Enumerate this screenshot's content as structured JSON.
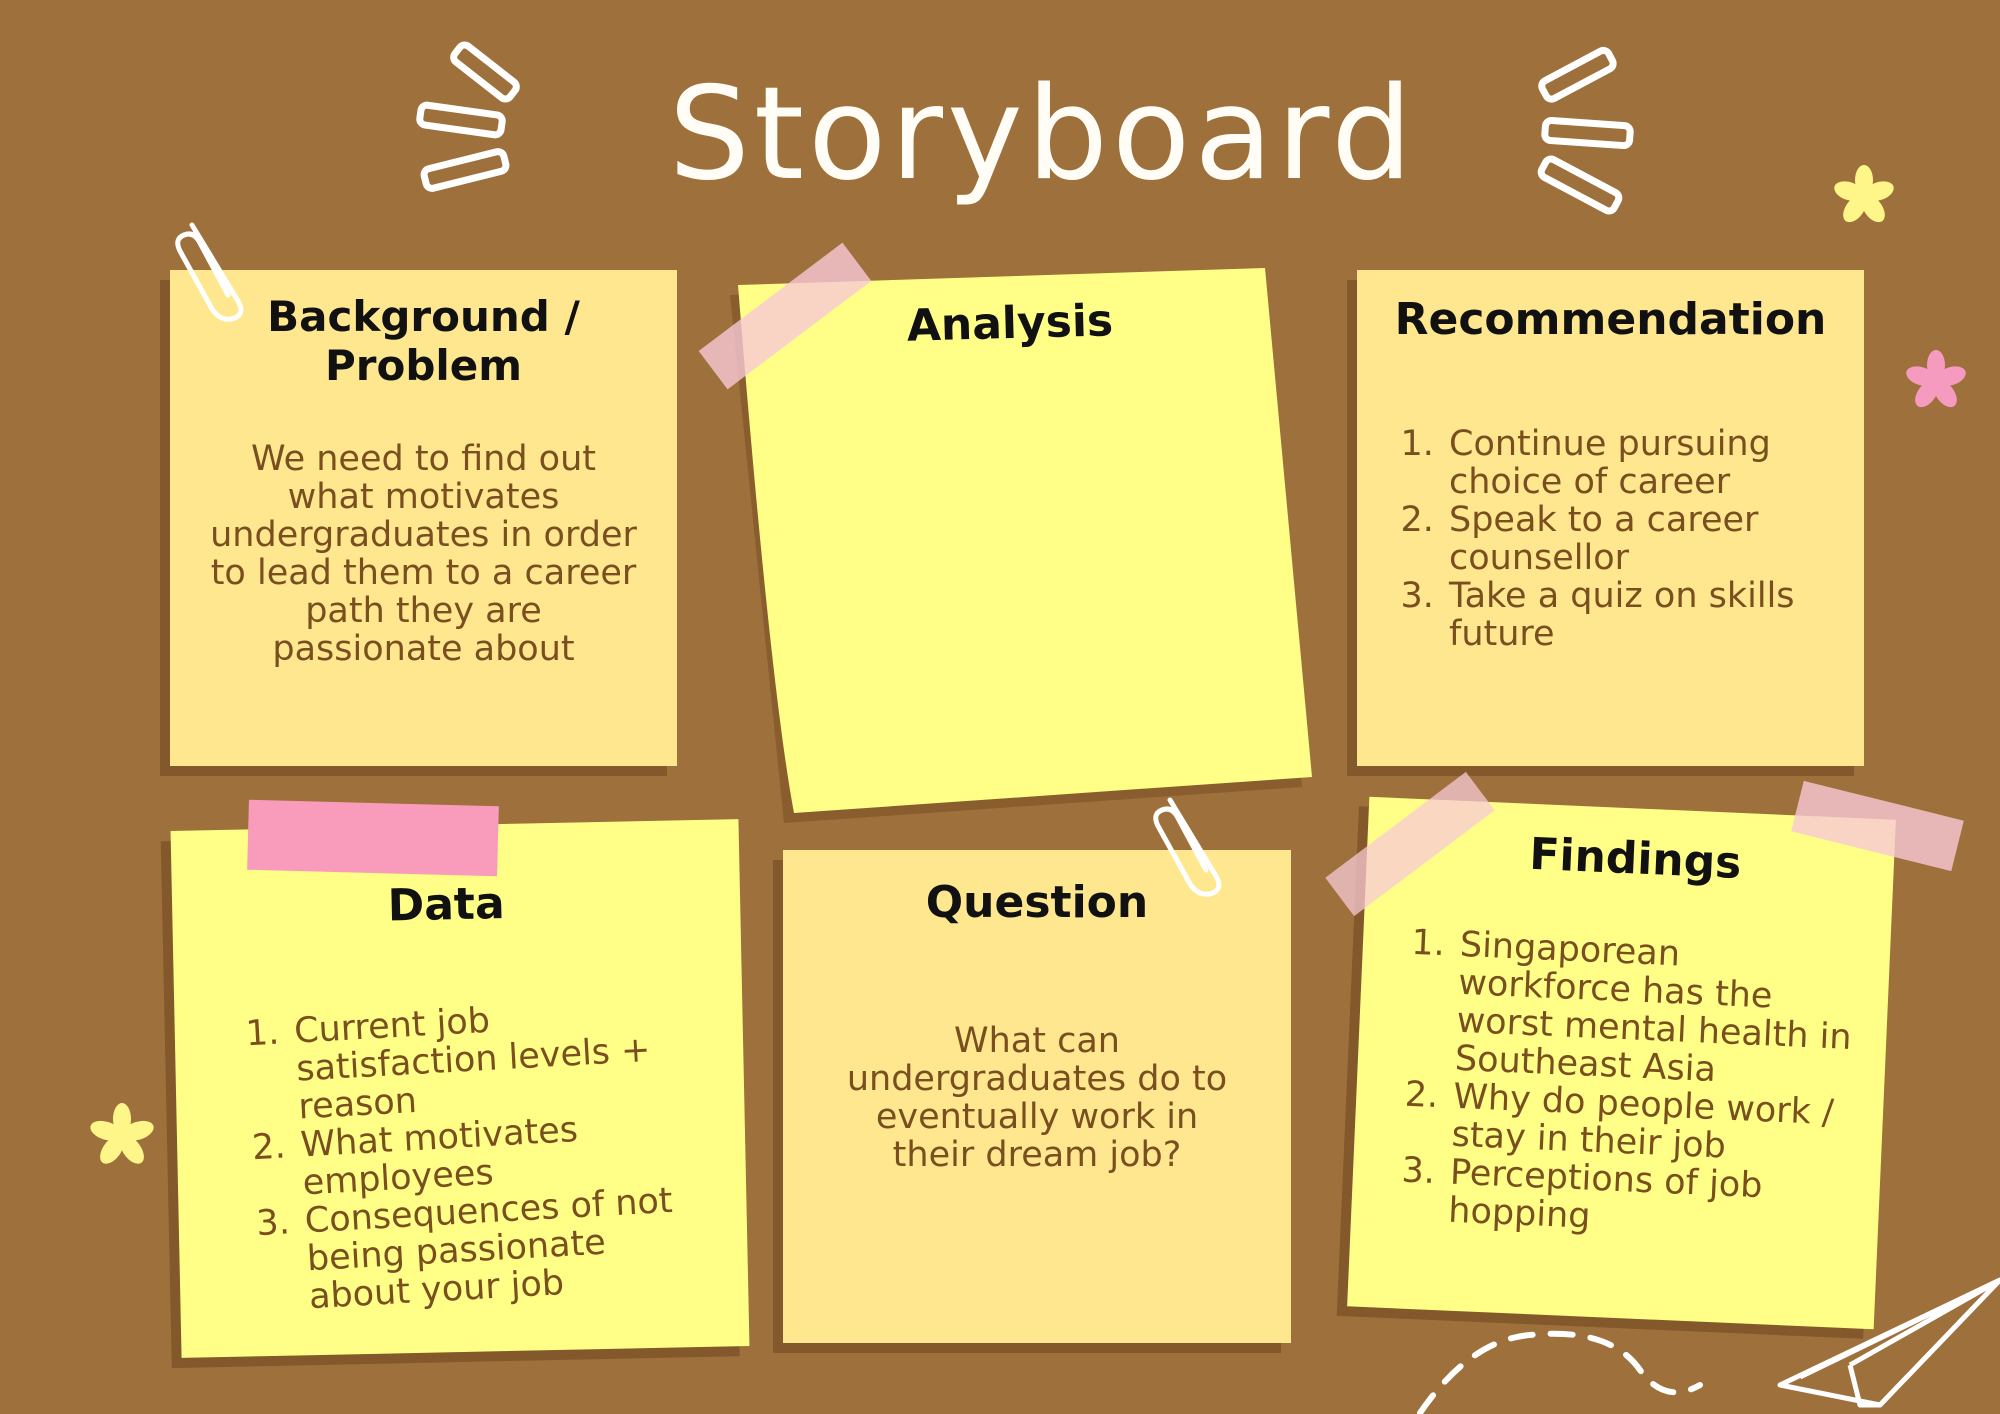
{
  "title": "Storyboard",
  "notes": {
    "background": {
      "heading": "Background / Problem",
      "text": "We need to find out what motivates undergraduates in order to lead them to a career path they are passionate about"
    },
    "analysis": {
      "heading": "Analysis"
    },
    "recommendation": {
      "heading": "Recommendation",
      "items": [
        "Continue pursuing choice of career",
        "Speak to a career counsellor",
        "Take a quiz on skills future"
      ]
    },
    "data": {
      "heading": "Data",
      "items": [
        "Current job satisfaction levels + reason",
        "What motivates employees",
        "Consequences of not being passionate about your job"
      ]
    },
    "question": {
      "heading": "Question",
      "text": "What can undergraduates do to eventually work in their dream job?"
    },
    "findings": {
      "heading": "Findings",
      "items": [
        "Singaporean workforce has the worst mental health in Southeast Asia",
        "Why do people work / stay in their job",
        "Perceptions of job hopping"
      ]
    }
  },
  "colors": {
    "background": "#9e703c",
    "note_pale": "#ffe78f",
    "note_bright": "#ffff87",
    "tape_pink": "#f7b8c8",
    "flower_yellow": "#fff68a",
    "flower_pink": "#f59bc0"
  },
  "icons": [
    "paperclip-icon",
    "flower-icon",
    "sparkle-lines-icon",
    "paper-plane-icon"
  ]
}
